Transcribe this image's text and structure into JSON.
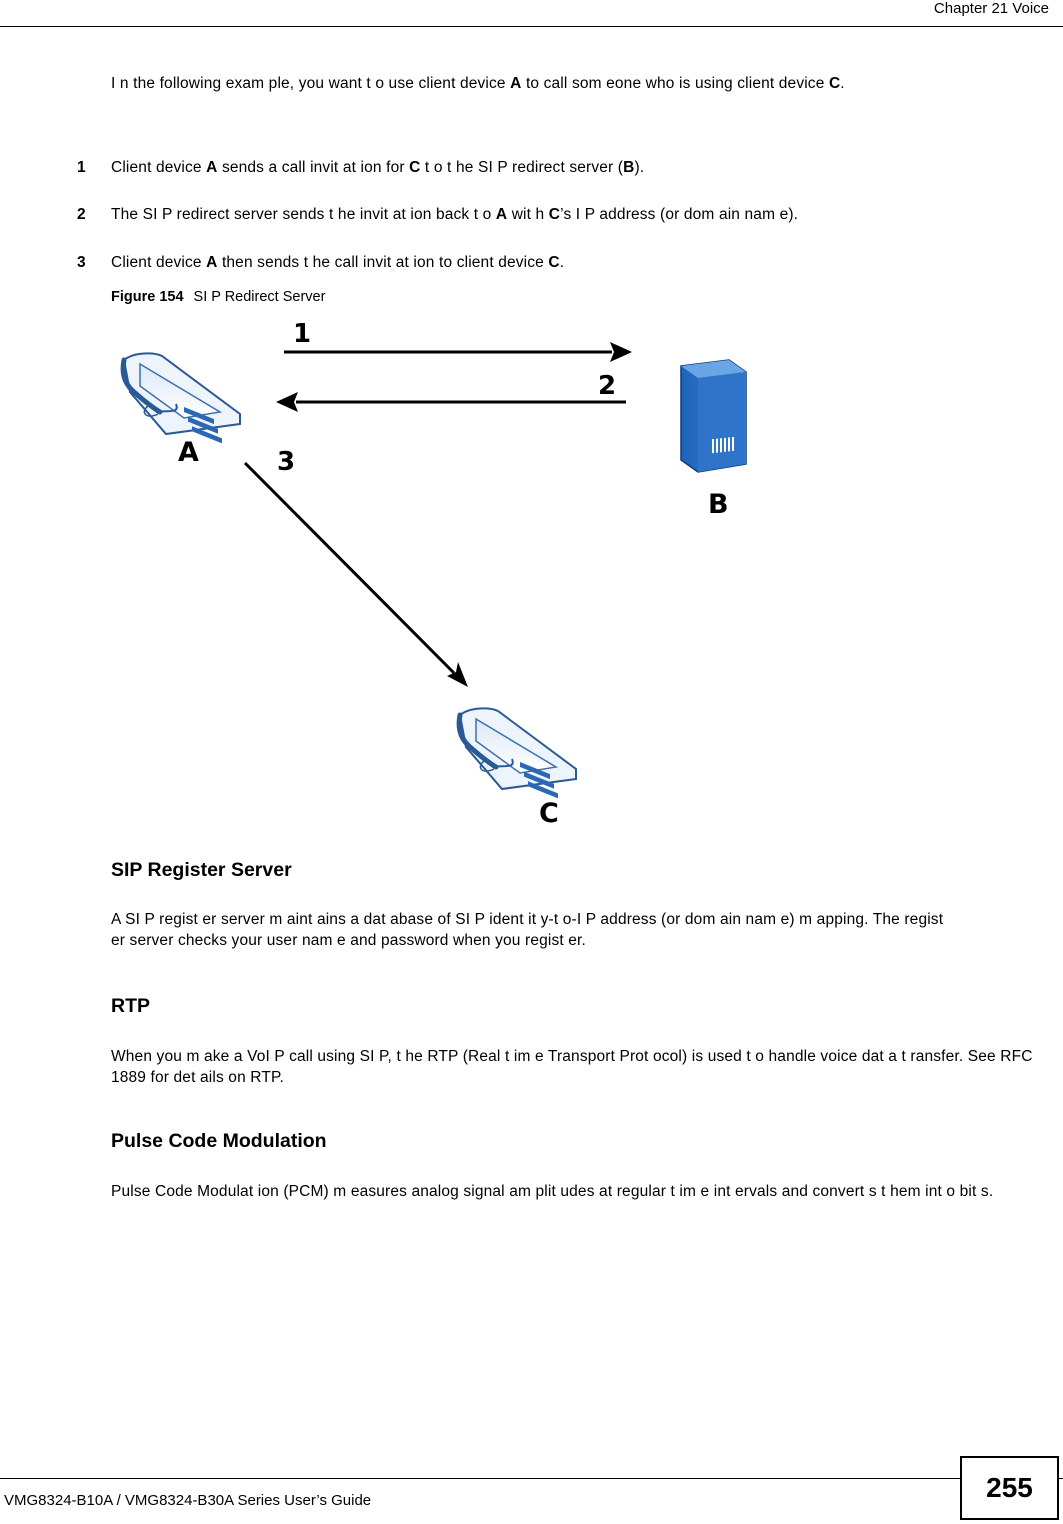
{
  "header": {
    "chapter": "Chapter 21 Voice"
  },
  "intro": {
    "t1": "I n the following exam ple, you want  t o use client  device ",
    "b1": "A",
    "t2": " to call som eone who is using client  device ",
    "b2": "C",
    "t3": "."
  },
  "steps": [
    {
      "num": "1",
      "t1": "Client  device ",
      "b1": "A",
      "t2": " sends a call invit at ion for ",
      "b2": "C",
      "t3": " t o t he SI P redirect  server  (",
      "b3": "B",
      "t4": ")."
    },
    {
      "num": "2",
      "t1": "The SI P redirect  server  sends t he invit at ion back t o ",
      "b1": "A",
      "t2": " wit h ",
      "b2": "C",
      "t3": "’s I P address (or  dom ain nam e)."
    },
    {
      "num": "3",
      "t1": "Client  device ",
      "b1": "A",
      "t2": " then sends t he call invit at ion to client  device ",
      "b2": "C",
      "t3": "."
    }
  ],
  "figure": {
    "label": "Figure 154",
    "title": "SI P Redirect  Server",
    "labels": {
      "a": "A",
      "b": "B",
      "c": "C",
      "n1": "1",
      "n2": "2",
      "n3": "3"
    }
  },
  "sections": [
    {
      "heading": "SIP Register Server",
      "body": "A SI P regist er server m aint ains a dat abase of SI P ident it y-t o-I P address (or dom ain nam e) m apping. The regist er server checks your user nam e and password when you regist er."
    },
    {
      "heading": "RTP",
      "body": "When you m ake a VoI P call using SI P, t he RTP (Real t im e Transport  Prot ocol) is used t o handle voice dat a t ransfer. See RFC 1889 for det ails on RTP."
    },
    {
      "heading": "Pulse Code Modulation",
      "body": "Pulse Code Modulat ion (PCM) m easures analog signal am plit udes at  regular t im e int ervals and convert s t hem  int o bit s."
    }
  ],
  "footer": {
    "guide": "VMG8324-B10A / VMG8324-B30A Series User’s Guide",
    "page": "255"
  }
}
